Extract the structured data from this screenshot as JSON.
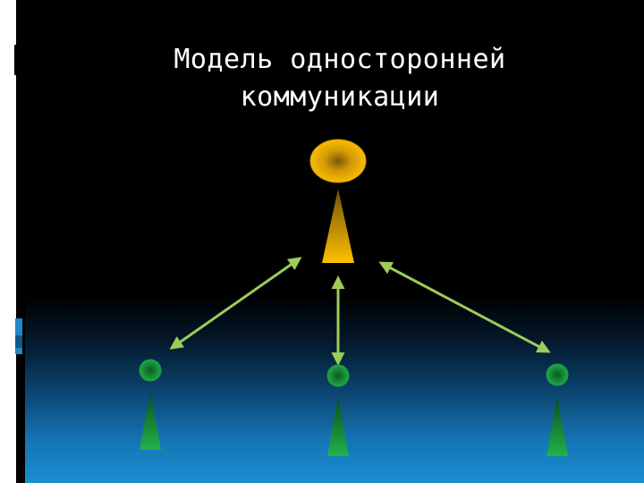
{
  "slide": {
    "title_line1": "Модель односторонней",
    "title_line2": "коммуникации"
  },
  "colors": {
    "leader": "#f5b800",
    "followers": "#1fa84a",
    "arrows": "#9ccc5a",
    "title": "#ffffff"
  },
  "diagram": {
    "nodes": [
      "leader",
      "follower-left",
      "follower-center",
      "follower-right"
    ],
    "connections": [
      "leader-to-follower-left",
      "leader-to-follower-center",
      "leader-to-follower-right"
    ],
    "connection_style": "double-headed-arrow"
  }
}
